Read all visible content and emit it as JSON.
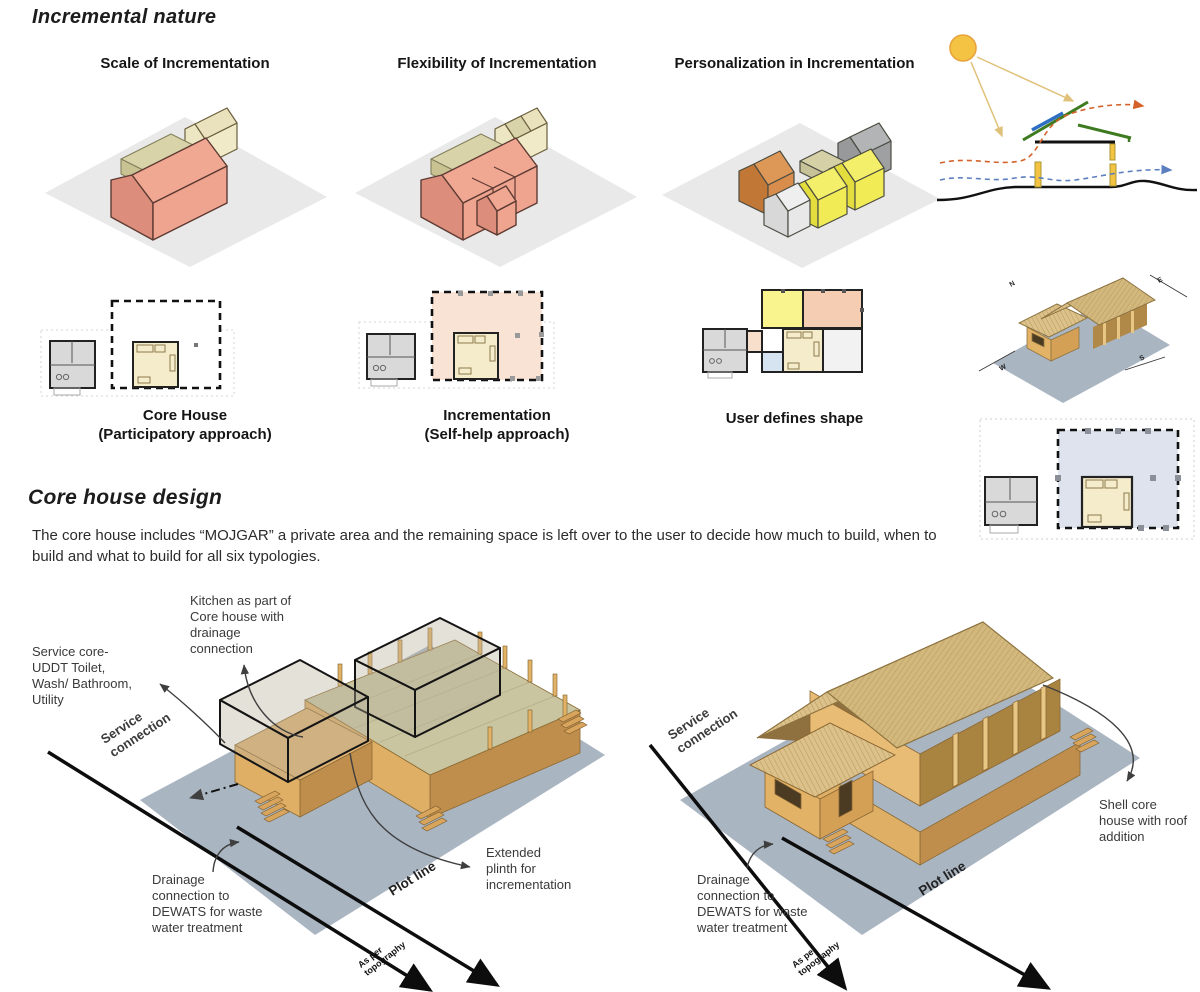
{
  "section1": {
    "title": "Incremental nature",
    "columns": [
      {
        "header": "Scale of Incrementation",
        "caption": "Core House\n(Participatory approach)"
      },
      {
        "header": "Flexibility of Incrementation",
        "caption": "Incrementation\n(Self-help approach)"
      },
      {
        "header": "Personalization in Incrementation",
        "caption": "User defines shape"
      }
    ],
    "compass": {
      "n": "N",
      "e": "E",
      "s": "S",
      "w": "W"
    }
  },
  "section2": {
    "title": "Core house design",
    "body": "The core house includes “MOJGAR” a private area and the remaining space is left over to the user to decide how much to build, when to build and what to build for all six typologies.",
    "left_diagram": {
      "kitchen": "Kitchen as part of\nCore house with\ndrainage\nconnection",
      "service_core": "Service core-\nUDDT Toilet,\nWash/ Bathroom,\nUtility",
      "service_connection": "Service\nconnection",
      "drainage": "Drainage\nconnection to\nDEWATS for waste\nwater treatment",
      "plot_line": "Plot line",
      "extended_plinth": "Extended\nplinth for\nincrementation",
      "topography": "As per\ntopography"
    },
    "right_diagram": {
      "service_connection": "Service\nconnection",
      "drainage": "Drainage\nconnection to\nDEWATS for waste\nwater treatment",
      "plot_line": "Plot line",
      "shell_core": "Shell core\nhouse with roof\naddition",
      "topography": "As per\ntopography"
    }
  },
  "colors": {
    "salmon": "#EFA48F",
    "salmon_dark": "#DC8D7B",
    "salmon_roof": "#F1A893",
    "tan": "#D8D3A8",
    "cream": "#EDE6C2",
    "orange": "#D88D4C",
    "yellow": "#F1EB55",
    "module_gray": "#9EA0A2",
    "white_module": "#E8E8E8",
    "wood": "#E2B267",
    "roof_slat": "#DCC28A",
    "ground_gray": "#E9E9E9",
    "ground_blue": "#AAB5C2",
    "plan_peach": "#F8E3D5",
    "plan_blue": "#DEE3ED",
    "plan_tan": "#F5ECCB",
    "plan_gray": "#D9D9D9",
    "sun_yellow": "#F5C343",
    "roof_green": "#3E7A1F",
    "panel_blue": "#2E6FC4",
    "wind_orange": "#D4622A",
    "wind_blue": "#5B7FBF",
    "line_dark": "#111111"
  }
}
